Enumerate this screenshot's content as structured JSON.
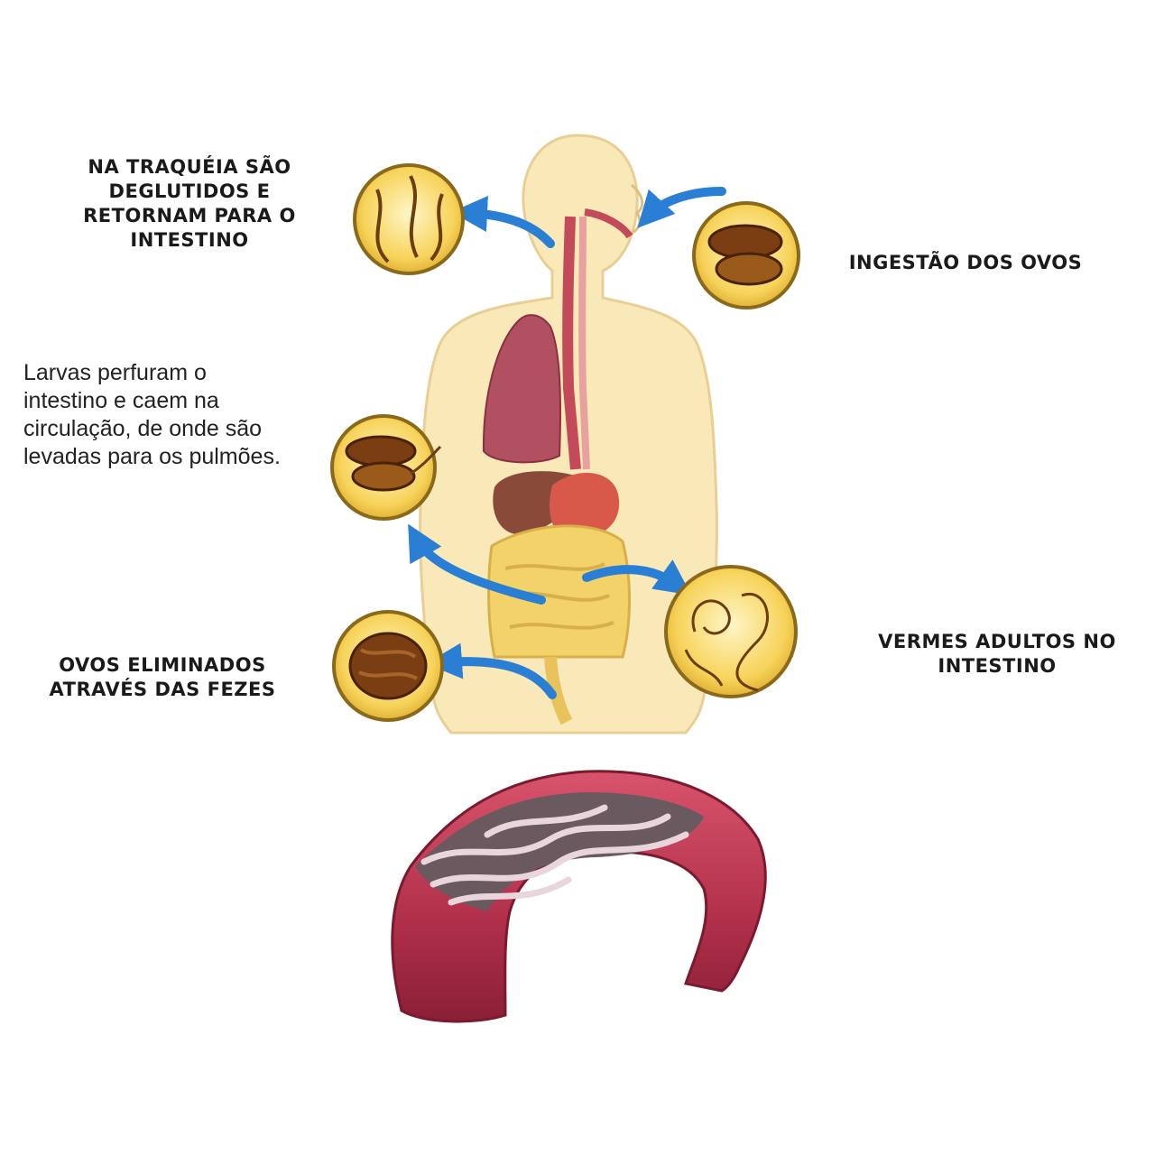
{
  "labels": {
    "trachea": [
      "NA TRAQUÉIA SÃO",
      "DEGLUTIDOS E",
      "RETORNAM PARA O",
      "INTESTINO"
    ],
    "ingestion": [
      "INGESTÃO DOS OVOS"
    ],
    "larvae": [
      "Larvas perfuram o",
      "intestino e caem na",
      "circulação, de onde são",
      "levadas para os pulmões."
    ],
    "eggs": [
      "OVOS ELIMINADOS",
      "ATRAVÉS DAS FEZES"
    ],
    "adults": [
      "VERMES ADULTOS NO",
      "INTESTINO"
    ]
  },
  "colors": {
    "skin": "#f9e8b8",
    "skin_outline": "#e8cf95",
    "inset_fill": "#f7d35a",
    "inset_ring": "#8a6a1a",
    "arrow": "#2a7fd4",
    "worm": "#6b3d10",
    "egg": "#7a3e12",
    "intestine": "#b8324a",
    "lung": "#b05060",
    "organ": "#d9b36a"
  },
  "icons": {
    "trachea_inset": "larvae-in-trachea-icon",
    "ingestion_inset": "egg-icon",
    "larvae_inset": "egg-hatching-icon",
    "eggs_inset": "egg-icon",
    "adults_inset": "adult-worms-icon"
  }
}
